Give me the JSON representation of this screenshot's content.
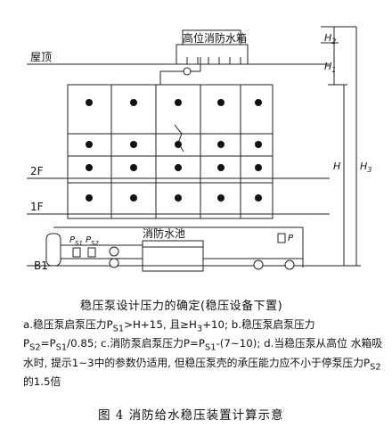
{
  "diagram": {
    "tank_label": "高位消防水箱",
    "roof_label": "屋顶",
    "floor_2f": "2F",
    "floor_1f": "1F",
    "floor_b1": "B1",
    "pool_label": "消防水池",
    "dim_h2": "H",
    "dim_h2_sub": "2",
    "dim_h1": "H",
    "dim_h1_sub": "1",
    "dim_h": "H",
    "dim_h3": "H",
    "dim_h3_sub": "3",
    "ps1_label": "P",
    "ps1_sub": "S1",
    "ps2_label": "P",
    "ps2_sub": "S2",
    "p_label": "P"
  },
  "caption": {
    "subtitle": "稳压泵设计压力的确定(稳压设备下置)",
    "note_lines": [
      "a.稳压泵启泵压力P",
      "S1",
      ">H+15, 且≥H",
      "3",
      "+10; b.稳压泵启泵压力",
      "P",
      "S2",
      "=P",
      "S1",
      "/0.85; c.消防泵启泵压力P=P",
      "S1",
      "-(7~10); d.当稳压泵从高位",
      "水箱吸水时, 提示1~3中的参数仍适用, 但稳压泵壳的承压能力应不小于停泵压力P",
      "S2",
      "的1.5倍"
    ],
    "figure_title": "图 4    消防给水稳压装置计算示意"
  }
}
